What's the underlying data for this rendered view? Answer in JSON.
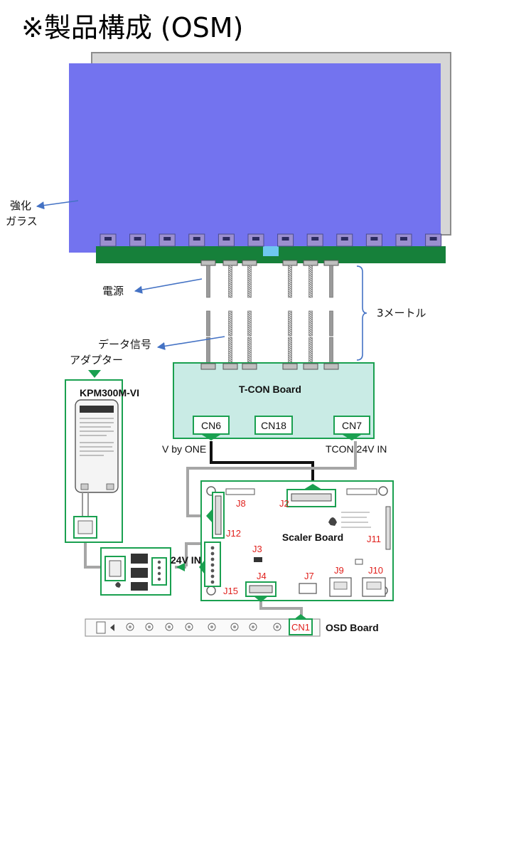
{
  "title": "※製品構成 (OSM)",
  "labels": {
    "tempered_glass_line1": "強化",
    "tempered_glass_line2": "ガラス",
    "power": "電源",
    "data_signal": "データ信号",
    "adapter": "アダプター",
    "cable_length": "3メートル",
    "v_by_one": "V by ONE",
    "tcon_24v_in": "TCON 24V IN",
    "in_24v": "24V IN"
  },
  "boards": {
    "tcon": {
      "name": "T-CON Board",
      "connectors": [
        "CN6",
        "CN18",
        "CN7"
      ]
    },
    "adapter_model": "KPM300M-VI",
    "scaler": {
      "name": "Scaler Board",
      "connectors": [
        "J8",
        "J2",
        "J12",
        "J3",
        "J11",
        "J4",
        "J7",
        "J9",
        "J10",
        "J15"
      ]
    },
    "osd": {
      "name": "OSD Board",
      "connector": "CN1"
    }
  },
  "colors": {
    "panel_blue": "#7373ef",
    "pcb_green": "#16803a",
    "board_outline": "#1aa050",
    "tcon_fill": "#c9ebe5",
    "cable_gray": "#a6a6a6",
    "cable_black": "#111111",
    "arrow_blue": "#4472c4",
    "connector_red": "#e0201c"
  }
}
